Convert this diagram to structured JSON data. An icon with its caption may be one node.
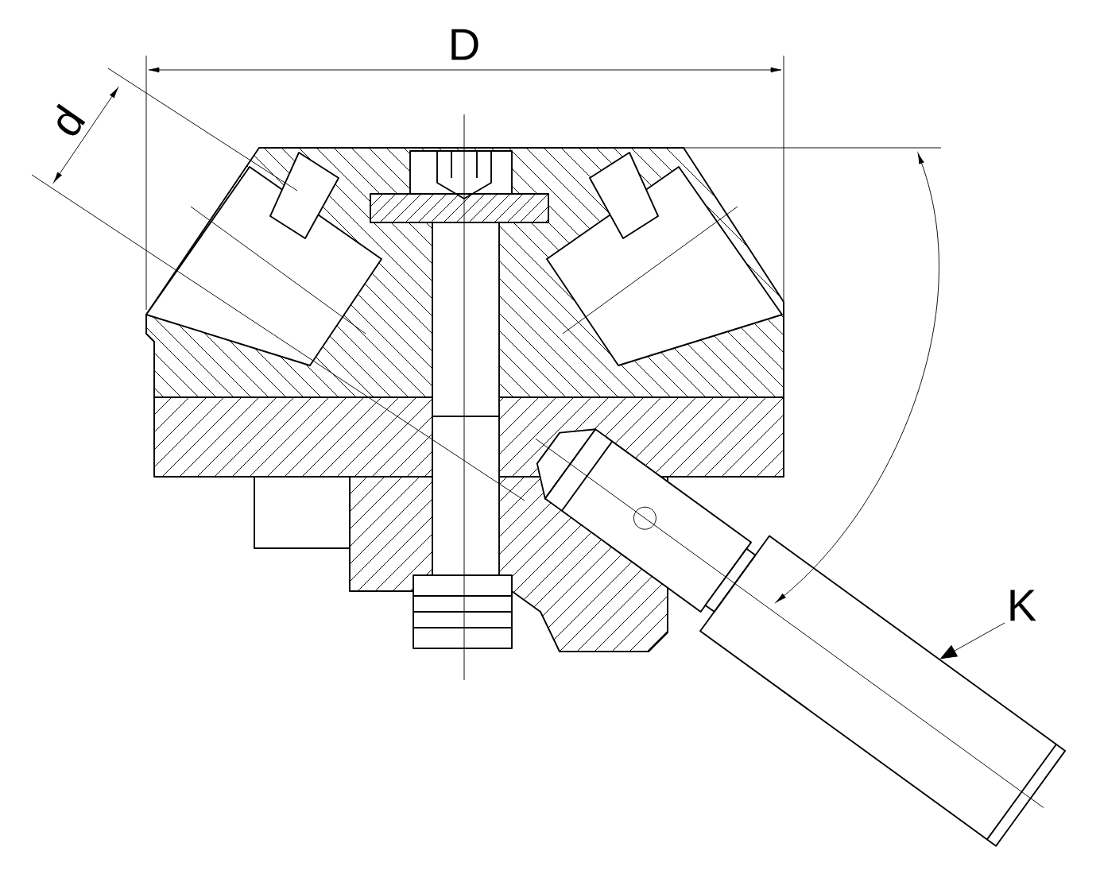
{
  "diagram": {
    "nodes": [
      {
        "text": [
          "K"
        ]
      },
      {
        "text": [],
        "shape": "bar"
      }
    ],
    "edges": [
      {
        "from": 0,
        "to": 1,
        "arrow": "to"
      }
    ],
    "labels": [
      "D",
      "d"
    ]
  }
}
